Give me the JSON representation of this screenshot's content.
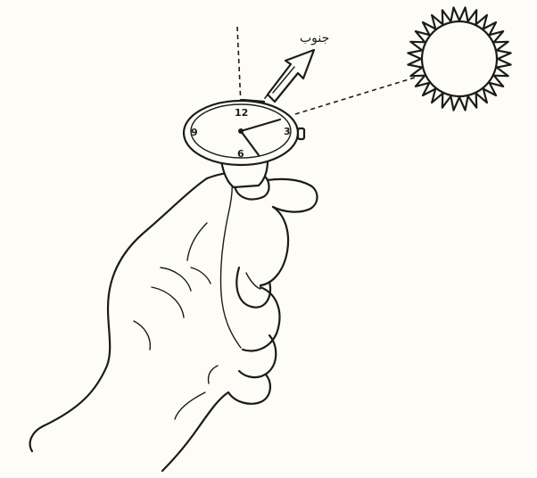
{
  "diagram": {
    "direction_label": "جنوب",
    "watch_numerals": [
      "12",
      "3",
      "6",
      "9"
    ]
  },
  "colors": {
    "ink": "#1b1b1b",
    "paper": "#fdfcf7"
  }
}
